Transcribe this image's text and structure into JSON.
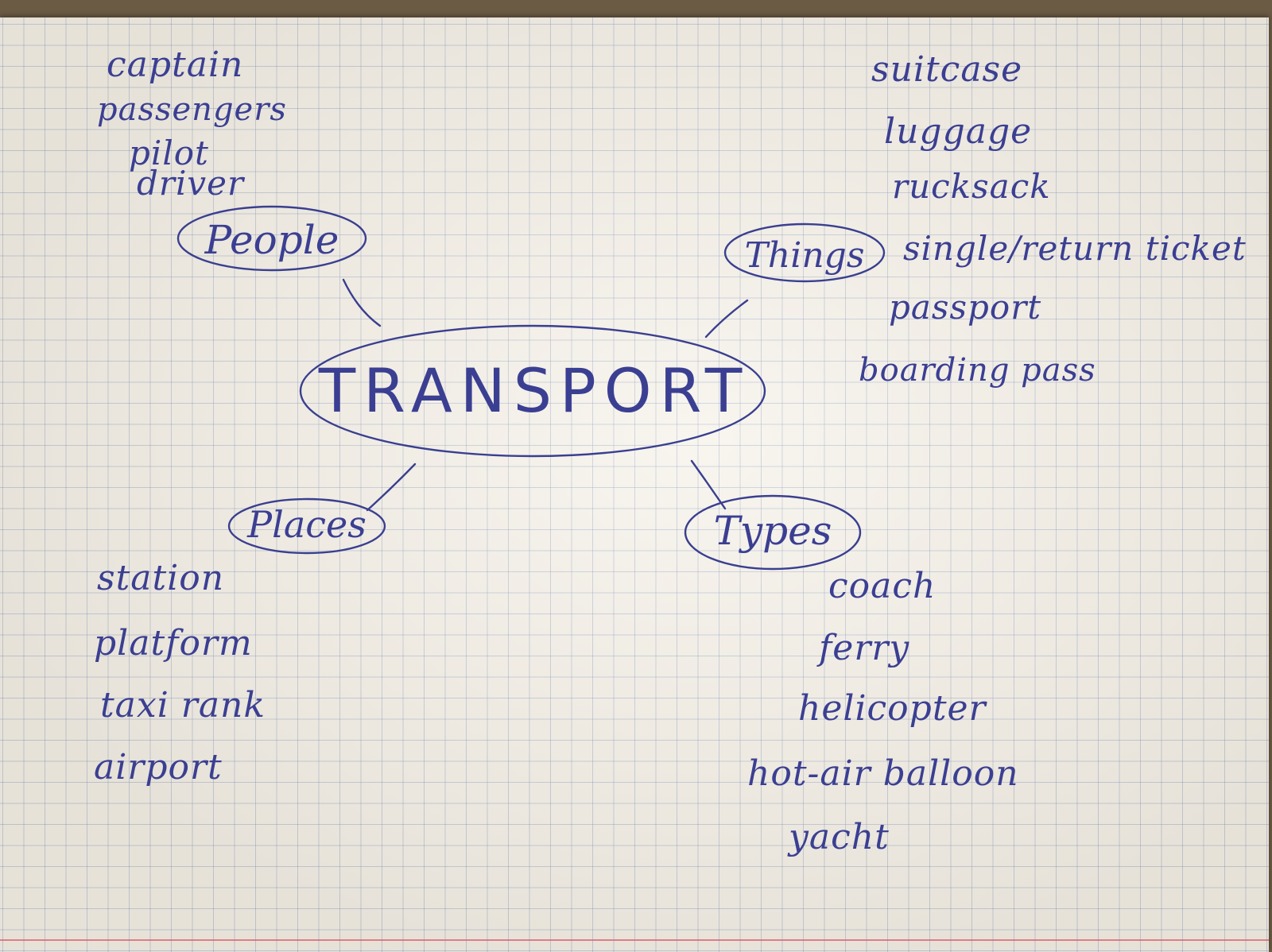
{
  "center": {
    "label": "TRANSPORT"
  },
  "branches": {
    "people": {
      "label": "People",
      "items": [
        "captain",
        "passengers",
        "pilot",
        "driver"
      ]
    },
    "things": {
      "label": "Things",
      "items": [
        "suitcase",
        "luggage",
        "rucksack",
        "single/return ticket",
        "passport",
        "boarding pass"
      ]
    },
    "places": {
      "label": "Places",
      "items": [
        "station",
        "platform",
        "taxi rank",
        "airport"
      ]
    },
    "types": {
      "label": "Types",
      "items": [
        "coach",
        "ferry",
        "helicopter",
        "hot-air balloon",
        "yacht"
      ]
    }
  },
  "colors": {
    "ink": "#3a3f8f",
    "grid": "#7a8cb9",
    "paper": "#f6f2ea",
    "margin": "#dc5a6e"
  }
}
